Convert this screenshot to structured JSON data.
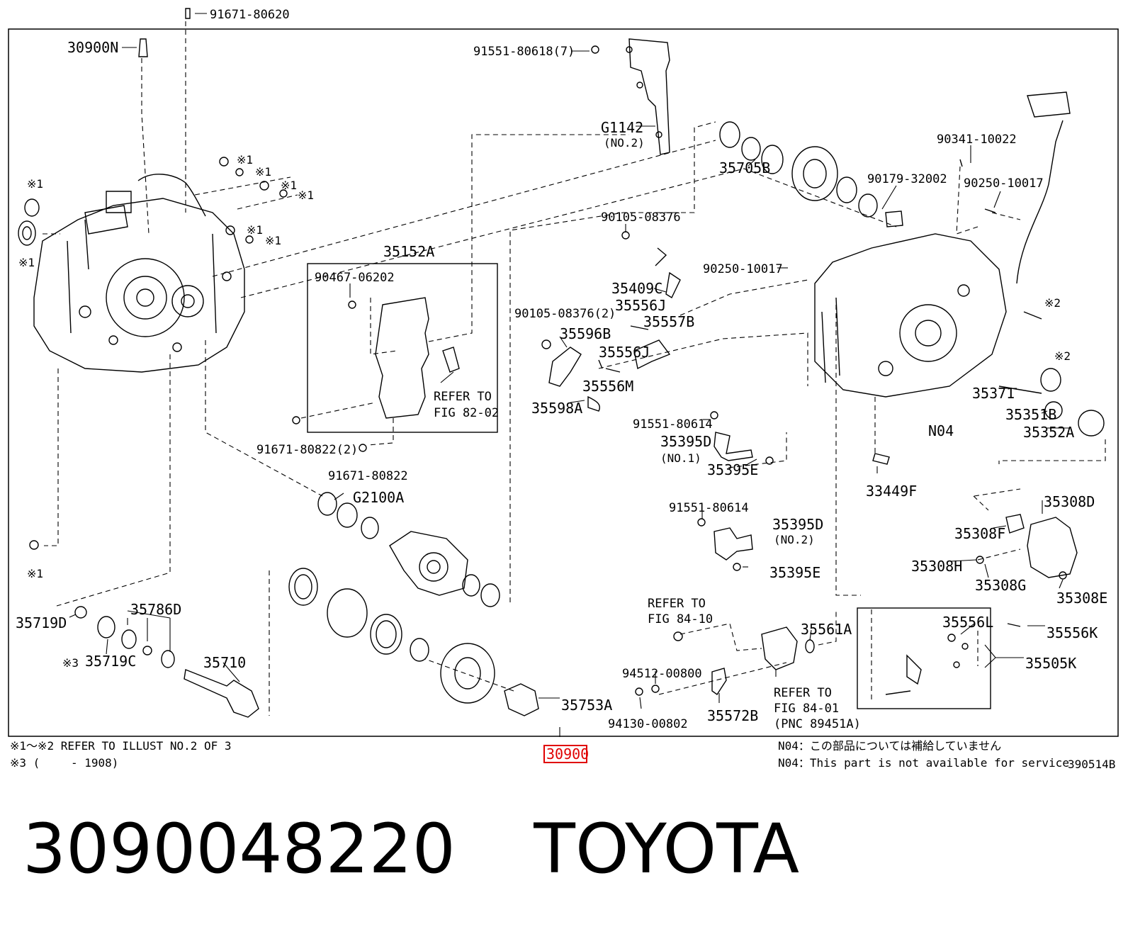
{
  "callouts": [
    {
      "key": "p9167180620",
      "text": "91671-80620"
    },
    {
      "key": "p30900N",
      "text": "30900N"
    },
    {
      "key": "p9155180618",
      "text": "91551-80618(7)"
    },
    {
      "key": "pG1142",
      "text": "G1142"
    },
    {
      "key": "pG1142sub",
      "text": "(NO.2)"
    },
    {
      "key": "p35705B",
      "text": "35705B"
    },
    {
      "key": "p9034110022",
      "text": "90341-10022"
    },
    {
      "key": "p9017932002",
      "text": "90179-32002"
    },
    {
      "key": "p9025010017a",
      "text": "90250-10017"
    },
    {
      "key": "p35152A",
      "text": "35152A"
    },
    {
      "key": "p9046706202",
      "text": "90467-06202"
    },
    {
      "key": "p9010508376",
      "text": "90105-08376"
    },
    {
      "key": "p9025010017b",
      "text": "90250-10017"
    },
    {
      "key": "p35409C",
      "text": "35409C"
    },
    {
      "key": "p9010508376x2",
      "text": "90105-08376(2)"
    },
    {
      "key": "p35556J1",
      "text": "35556J"
    },
    {
      "key": "p35557B",
      "text": "35557B"
    },
    {
      "key": "p35596B",
      "text": "35596B"
    },
    {
      "key": "p35556J2",
      "text": "35556J"
    },
    {
      "key": "p35556M",
      "text": "35556M"
    },
    {
      "key": "p35598A",
      "text": "35598A"
    },
    {
      "key": "refer8202a",
      "text": "REFER TO"
    },
    {
      "key": "refer8202b",
      "text": "FIG 82-02"
    },
    {
      "key": "p9167180822x2",
      "text": "91671-80822(2)"
    },
    {
      "key": "p9167180822",
      "text": "91671-80822"
    },
    {
      "key": "p9155180614a",
      "text": "91551-80614"
    },
    {
      "key": "p35395D1",
      "text": "35395D"
    },
    {
      "key": "p35395D1sub",
      "text": "(NO.1)"
    },
    {
      "key": "p35395E1",
      "text": "35395E"
    },
    {
      "key": "p35371",
      "text": "35371"
    },
    {
      "key": "p35351B",
      "text": "35351B"
    },
    {
      "key": "pN04",
      "text": "N04"
    },
    {
      "key": "p35352A",
      "text": "35352A"
    },
    {
      "key": "p33449F",
      "text": "33449F"
    },
    {
      "key": "pG2100A",
      "text": "G2100A"
    },
    {
      "key": "p9155180614b",
      "text": "91551-80614"
    },
    {
      "key": "p35395D2",
      "text": "35395D"
    },
    {
      "key": "p35395D2sub",
      "text": "(NO.2)"
    },
    {
      "key": "p35395E2",
      "text": "35395E"
    },
    {
      "key": "p35308D",
      "text": "35308D"
    },
    {
      "key": "p35308F",
      "text": "35308F"
    },
    {
      "key": "p35308H",
      "text": "35308H"
    },
    {
      "key": "p35308G",
      "text": "35308G"
    },
    {
      "key": "p35308E",
      "text": "35308E"
    },
    {
      "key": "p35719D",
      "text": "35719D"
    },
    {
      "key": "p35786D",
      "text": "35786D"
    },
    {
      "key": "p35719C",
      "text": "35719C"
    },
    {
      "key": "p35710",
      "text": "35710"
    },
    {
      "key": "refer8410a",
      "text": "REFER TO"
    },
    {
      "key": "refer8410b",
      "text": "FIG 84-10"
    },
    {
      "key": "p35561A",
      "text": "35561A"
    },
    {
      "key": "p35556L",
      "text": "35556L"
    },
    {
      "key": "p35556K",
      "text": "35556K"
    },
    {
      "key": "p35505K",
      "text": "35505K"
    },
    {
      "key": "p9451200800",
      "text": "94512-00800"
    },
    {
      "key": "refer8401a",
      "text": "REFER TO"
    },
    {
      "key": "refer8401b",
      "text": "FIG 84-01"
    },
    {
      "key": "refer8401c",
      "text": "(PNC 89451A)"
    },
    {
      "key": "p35753A",
      "text": "35753A"
    },
    {
      "key": "p35572B",
      "text": "35572B"
    },
    {
      "key": "p9413000802",
      "text": "94130-00802"
    },
    {
      "key": "m1a",
      "text": "※1"
    },
    {
      "key": "m1b",
      "text": "※1"
    },
    {
      "key": "m1c",
      "text": "※1"
    },
    {
      "key": "m1d",
      "text": "※1"
    },
    {
      "key": "m1e",
      "text": "※1"
    },
    {
      "key": "m1f",
      "text": "※1"
    },
    {
      "key": "m1g",
      "text": "※1"
    },
    {
      "key": "m1h",
      "text": "※1"
    },
    {
      "key": "m1i",
      "text": "※1"
    },
    {
      "key": "m2a",
      "text": "※2"
    },
    {
      "key": "m2b",
      "text": "※2"
    },
    {
      "key": "m3",
      "text": "※3"
    }
  ],
  "notes": {
    "ref_illust": "※1～※2 REFER TO ILLUST NO.2 OF 3",
    "m3_range_open": "※3 (",
    "m3_range_close": "- 1908)",
    "n04_jp": "N04：この部品については補給していません",
    "n04_en": "N04：This part is not available for service",
    "illust_id": "390514B",
    "highlighted_part": "30900"
  },
  "footer": {
    "part_number": "3090048220",
    "brand": "TOYOTA"
  },
  "colors": {
    "line": "#000000",
    "highlight": "#e00000",
    "background": "#ffffff"
  }
}
